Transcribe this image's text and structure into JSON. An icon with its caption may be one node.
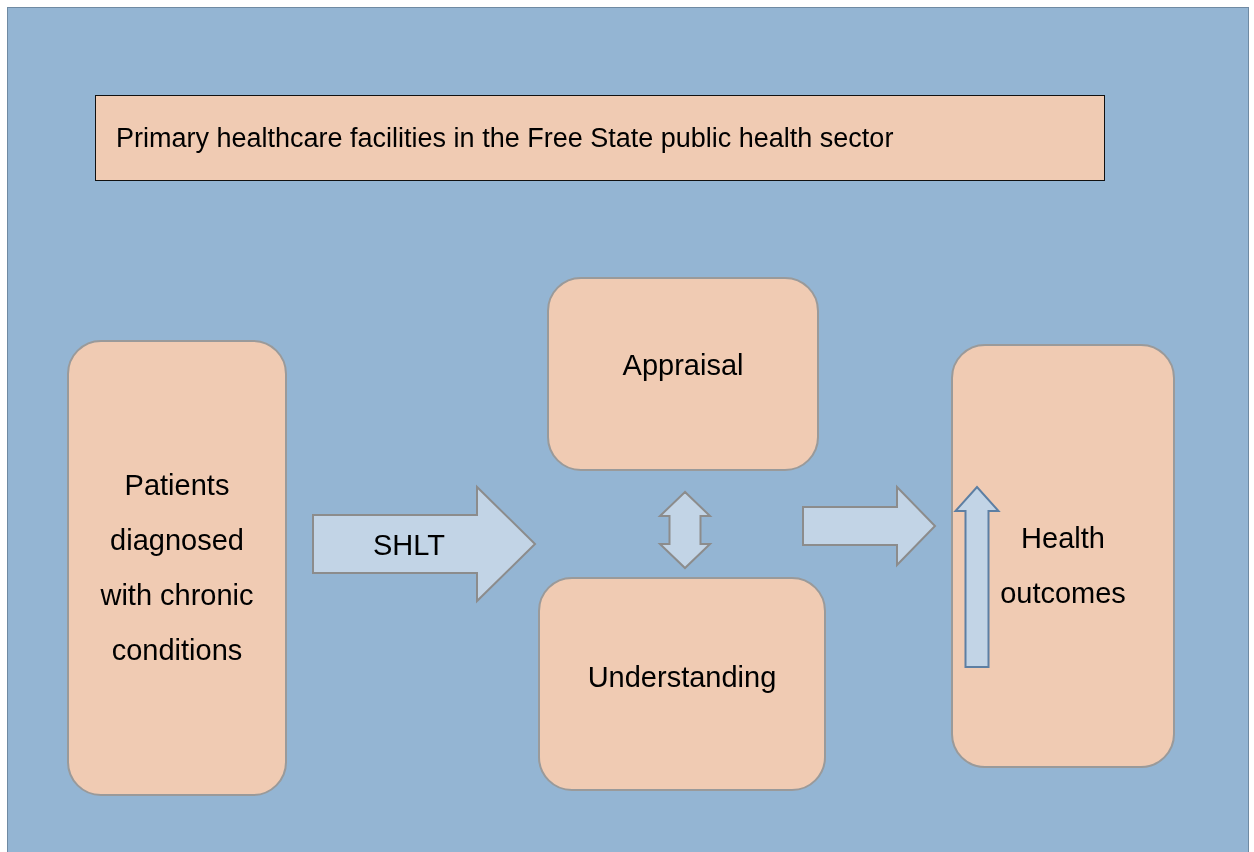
{
  "diagram": {
    "nodes": [
      {
        "text": [
          "Primary healthcare facilities in the Free State public health sector"
        ]
      },
      {
        "text": [
          "Patients diagnosed with chronic conditions"
        ]
      },
      {
        "text": [
          "Appraisal"
        ]
      },
      {
        "text": [
          "Understanding"
        ]
      },
      {
        "text": [
          "Health outcomes"
        ]
      }
    ],
    "edges": [
      {
        "from": 1,
        "to": 3,
        "arrow": "to",
        "label": "SHLT"
      },
      {
        "from": 2,
        "to": 3,
        "arrow": "both"
      },
      {
        "from": 3,
        "to": 4,
        "arrow": "to"
      }
    ]
  }
}
